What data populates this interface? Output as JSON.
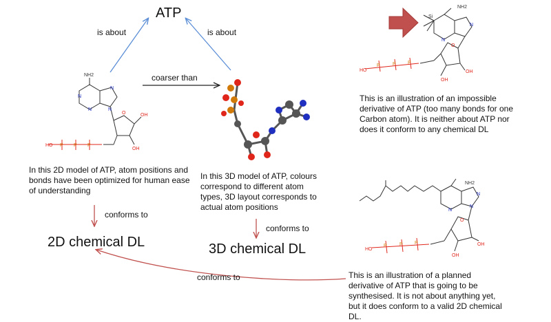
{
  "nodes": {
    "atp": "ATP",
    "dl2d": "2D chemical  DL",
    "dl3d": "3D chemical  DL"
  },
  "edges": {
    "is_about_left": "is about",
    "is_about_right": "is about",
    "coarser_than": "coarser than",
    "conforms_to_2d": "conforms to",
    "conforms_to_3d": "conforms to",
    "conforms_to_bottom": "conforms to"
  },
  "captions": {
    "model2d": "In this 2D model of ATP, atom positions and bonds have been optimized for human ease of understanding",
    "model3d": "In this 3D model of ATP, colours correspond to different atom types, 3D layout corresponds to actual atom positions",
    "impossible": "This is an illustration of an impossible derivative of ATP (too many bonds for one Carbon atom).  It is neither about ATP nor does it conform to any chemical DL",
    "planned": "This is an illustration of a planned derivative of ATP that is going to be synthesised. It is not about anything yet, but it does conform to  a valid 2D chemical DL."
  },
  "molecule_labels": {
    "amine": "NH2",
    "n": "N",
    "o": "O",
    "oh": "OH",
    "ho": "HO",
    "p": "P",
    "si": "Si"
  },
  "colors": {
    "arrow_blue": "#5b8ed6",
    "arrow_red": "#c0504d",
    "pointer_red": "#c0504d",
    "nitrogen": "#1f2fbf",
    "oxygen": "#e0261b",
    "phosphorus": "#d17a0a"
  }
}
